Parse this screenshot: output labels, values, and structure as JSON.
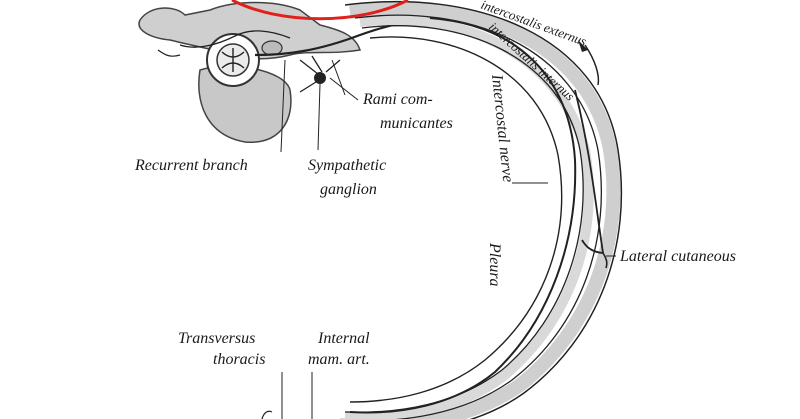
{
  "labels": {
    "rami_line1": "Rami com-",
    "rami_line2": "municantes",
    "recurrent_branch": "Recurrent branch",
    "sympathetic_line1": "Sympathetic",
    "sympathetic_line2": "ganglion",
    "lateral_cutaneous": "Lateral cutaneous",
    "transversus_line1": "Transversus",
    "transversus_line2": "thoracis",
    "internal_line1": "Internal",
    "internal_line2": "mam. art.",
    "intercostal_nerve": "Intercostal nerve",
    "pleura": "Pleura",
    "intercostalis_externus": "intercostalis externus",
    "intercostalis_internus": "intercostalis internus"
  },
  "colors": {
    "ink": "#222222",
    "bone": "#c9c9c9",
    "muscle": "#d4d4d4",
    "annotation": "#e0211b"
  }
}
